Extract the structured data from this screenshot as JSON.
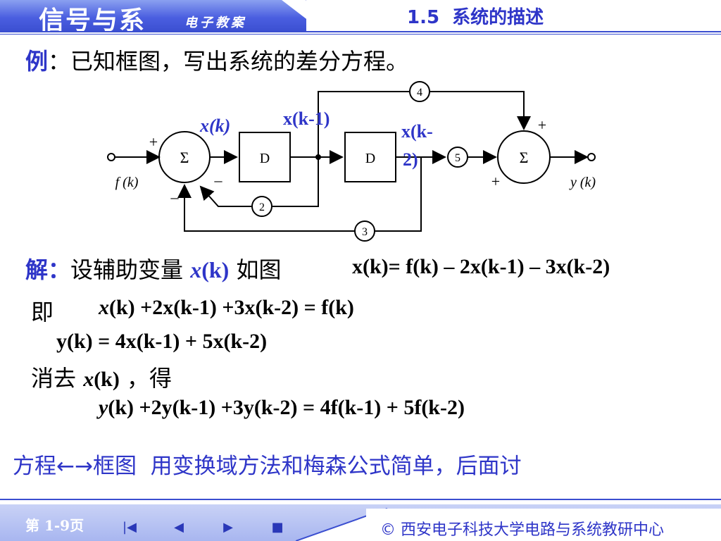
{
  "header": {
    "title": "信号与系",
    "subtitle": "电子教案",
    "section": "1.5  系统的描述"
  },
  "example": {
    "label": "例",
    "text": "：已知框图，写出系统的差分方程。"
  },
  "diagram": {
    "xk": "x(k)",
    "xk1": "x(k-1)",
    "xk2a": "x(k-",
    "xk2b": "2)",
    "sum1": "Σ",
    "sum2": "Σ",
    "delay1": "D",
    "delay2": "D",
    "gain4": "4",
    "gain5": "5",
    "gain2": "2",
    "gain3": "3",
    "input_label": "f (k)",
    "output_label": "y (k)",
    "plus1": "+",
    "minus1a": "–",
    "minus1b": "–",
    "plus2a": "+",
    "plus2b": "+"
  },
  "solution": {
    "label": "解：",
    "text1": "设辅助变量",
    "var": "x",
    "var_arg": "(k)",
    "text2": "如图",
    "eq1": "x(k)= f(k) – 2x(k-1) – 3x(k-2)",
    "ji": "即",
    "eq2_var": "x",
    "eq2_rest": "(k) +2x(k-1) +3x(k-2) = f(k)",
    "eq3": "y(k) = 4x(k-1) + 5x(k-2)",
    "elim": "消去",
    "elim_var": "x",
    "elim_arg": "(k)",
    "elim_tail": "，得",
    "eq4_var": "y",
    "eq4_rest": "(k) +2y(k-1) +3y(k-2) = 4f(k-1) + 5f(k-2)"
  },
  "note": "方程←→框图  用变换域方法和梅森公式简单，后面讨",
  "footer": {
    "page": "第 1-9页",
    "nav_first": "|◀",
    "nav_prev": "◀",
    "nav_next": "▶",
    "nav_last": "■",
    "copyright": "© 西安电子科技大学电路与系统教研中心"
  }
}
